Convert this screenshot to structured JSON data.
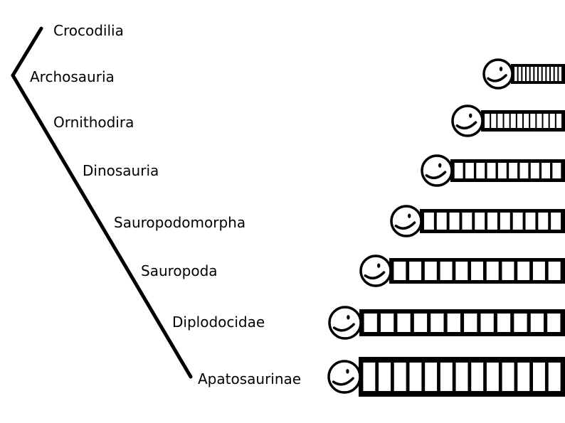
{
  "cladogram": {
    "clades": [
      {
        "name": "Crocodilia"
      },
      {
        "name": "Archosauria"
      },
      {
        "name": "Ornithodira"
      },
      {
        "name": "Dinosauria"
      },
      {
        "name": "Sauropodomorpha"
      },
      {
        "name": "Sauropoda"
      },
      {
        "name": "Diplodocidae"
      },
      {
        "name": "Apatosaurinae"
      }
    ],
    "neck_rows": [
      {
        "clade": "Archosauria",
        "vertebrae_count": 12
      },
      {
        "clade": "Ornithodira",
        "vertebrae_count": 12
      },
      {
        "clade": "Dinosauria",
        "vertebrae_count": 10
      },
      {
        "clade": "Sauropodomorpha",
        "vertebrae_count": 11
      },
      {
        "clade": "Sauropoda",
        "vertebrae_count": 11
      },
      {
        "clade": "Diplodocidae",
        "vertebrae_count": 12
      },
      {
        "clade": "Apatosaurinae",
        "vertebrae_count": 13
      }
    ],
    "colors": {
      "line": "#000000",
      "background": "#ffffff",
      "vertebra": "#ffffff"
    }
  }
}
